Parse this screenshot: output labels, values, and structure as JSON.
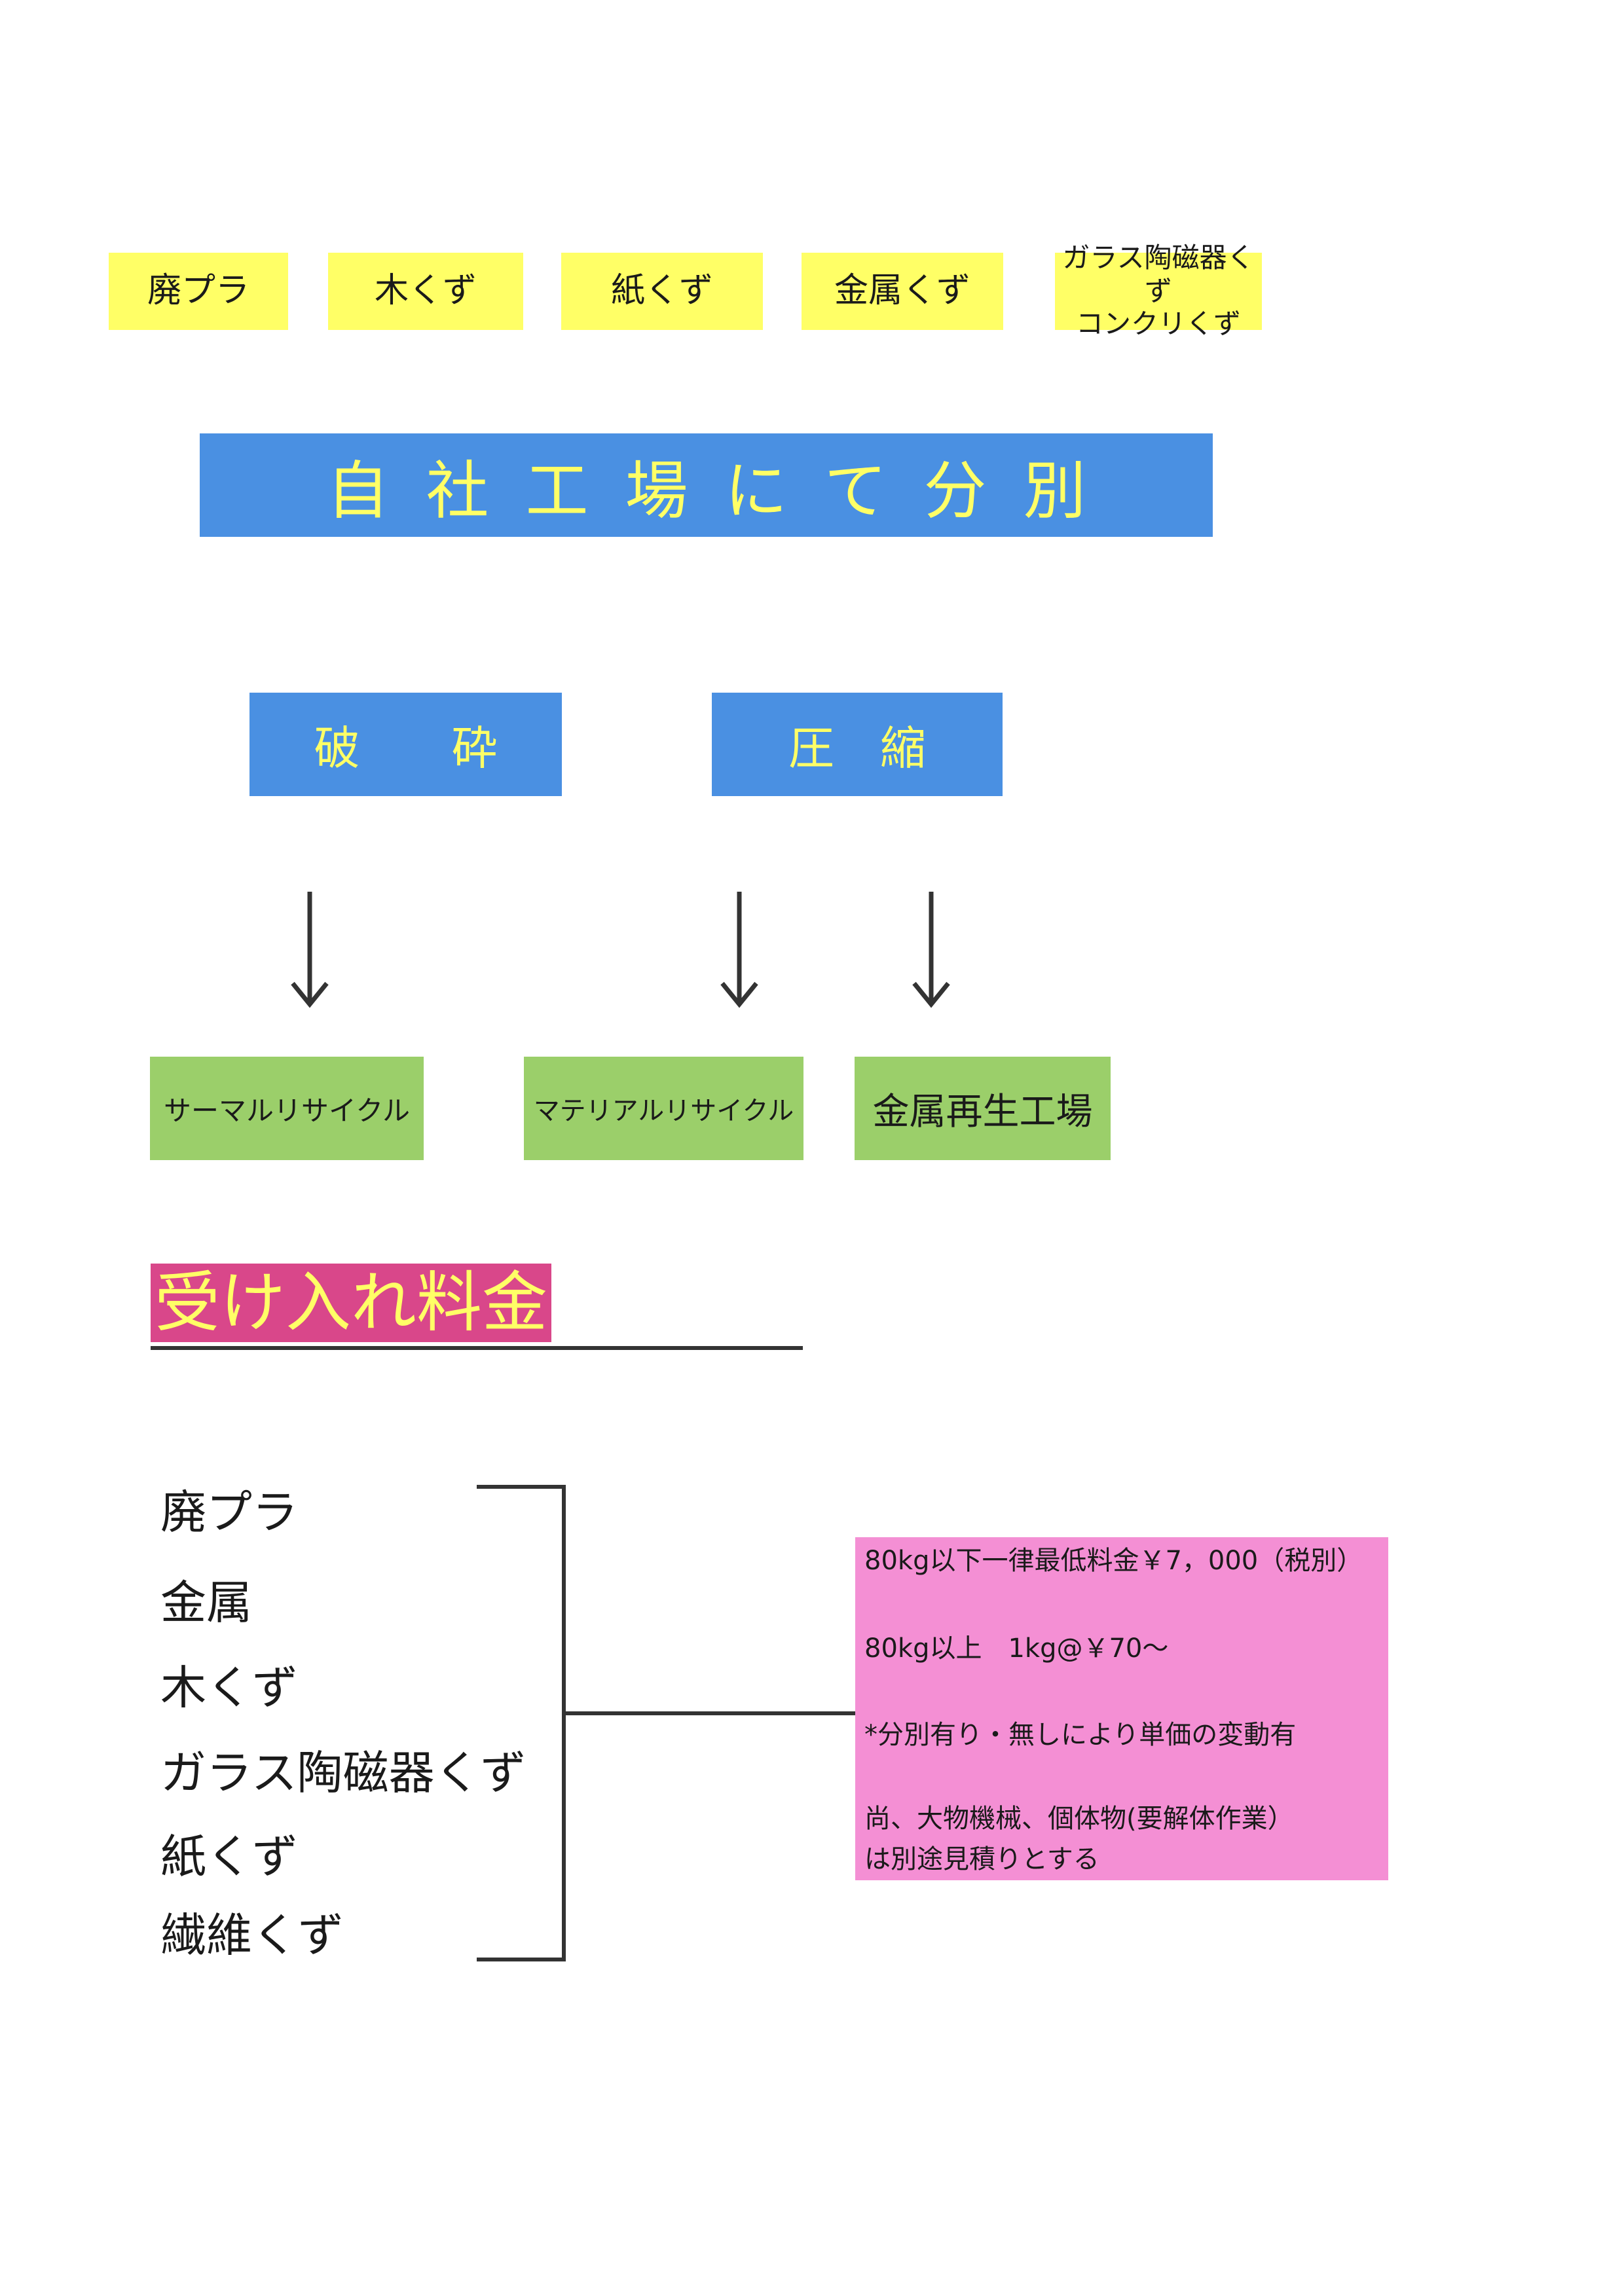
{
  "waste_categories": [
    "廃プラ",
    "木くず",
    "紙くず",
    "金属くず",
    "ガラス陶磁器くず",
    "コンクリくず"
  ],
  "sorting_banner": "自社工場にて分別",
  "processes": {
    "crushing": "破　　砕",
    "compression": "圧　縮"
  },
  "outputs": [
    "サーマルリサイクル",
    "マテリアルリサイクル",
    "金属再生工場"
  ],
  "fee_section": {
    "title": "受け入れ料金",
    "items": [
      "廃プラ",
      "金属",
      "木くず",
      "ガラス陶磁器くず",
      "紙くず",
      "繊維くず"
    ],
    "notes": [
      "80kg以下一律最低料金￥7，000（税別）",
      "80kg以上　1kg@￥70～",
      "*分別有り・無しにより単価の変動有",
      "尚、大物機械、個体物(要解体作業）",
      "は別途見積りとする"
    ]
  },
  "colors": {
    "yellow": "#ffff66",
    "blue": "#4a90e2",
    "green": "#9bcf6a",
    "magenta": "#d9478a",
    "pink": "#f48fd4"
  }
}
